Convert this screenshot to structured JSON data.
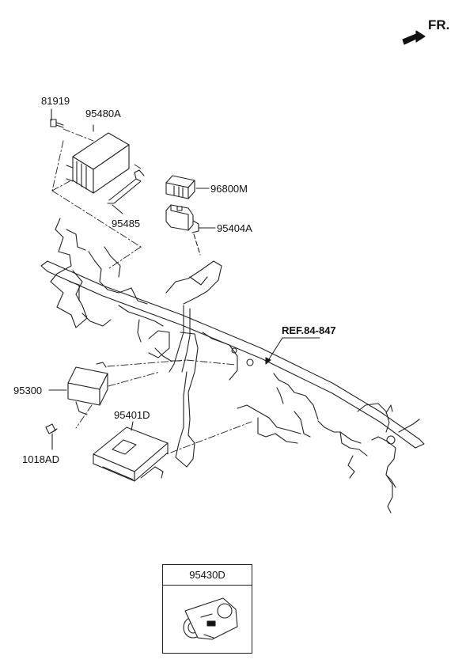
{
  "direction": {
    "label": "FR."
  },
  "reference": {
    "label": "REF.84-847"
  },
  "parts": [
    {
      "id": "81919",
      "label": "81919"
    },
    {
      "id": "95480A",
      "label": "95480A"
    },
    {
      "id": "95485",
      "label": "95485"
    },
    {
      "id": "96800M",
      "label": "96800M"
    },
    {
      "id": "95404A",
      "label": "95404A"
    },
    {
      "id": "95300",
      "label": "95300"
    },
    {
      "id": "95401D",
      "label": "95401D"
    },
    {
      "id": "1018AD",
      "label": "1018AD"
    }
  ],
  "inset": {
    "label": "95430D"
  }
}
